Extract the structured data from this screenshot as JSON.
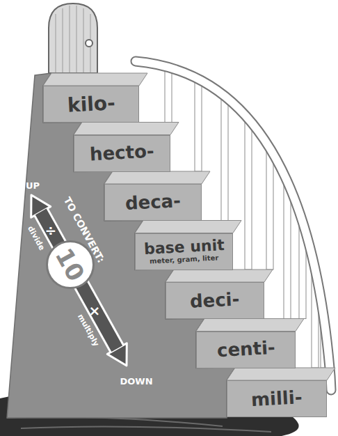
{
  "diagram": {
    "nodes": [
      {
        "text": [
          "kilo-"
        ]
      },
      {
        "text": [
          "hecto-"
        ]
      },
      {
        "text": [
          "deca-"
        ]
      },
      {
        "text": [
          "base unit",
          "meter, gram, liter"
        ]
      },
      {
        "text": [
          "deci-"
        ]
      },
      {
        "text": [
          "centi-"
        ]
      },
      {
        "text": [
          "milli-"
        ]
      },
      {
        "text": [
          "10"
        ]
      }
    ],
    "labels": [
      "UP",
      "divide",
      "÷",
      "TO CONVERT:",
      "×",
      "multiply",
      "DOWN"
    ]
  }
}
